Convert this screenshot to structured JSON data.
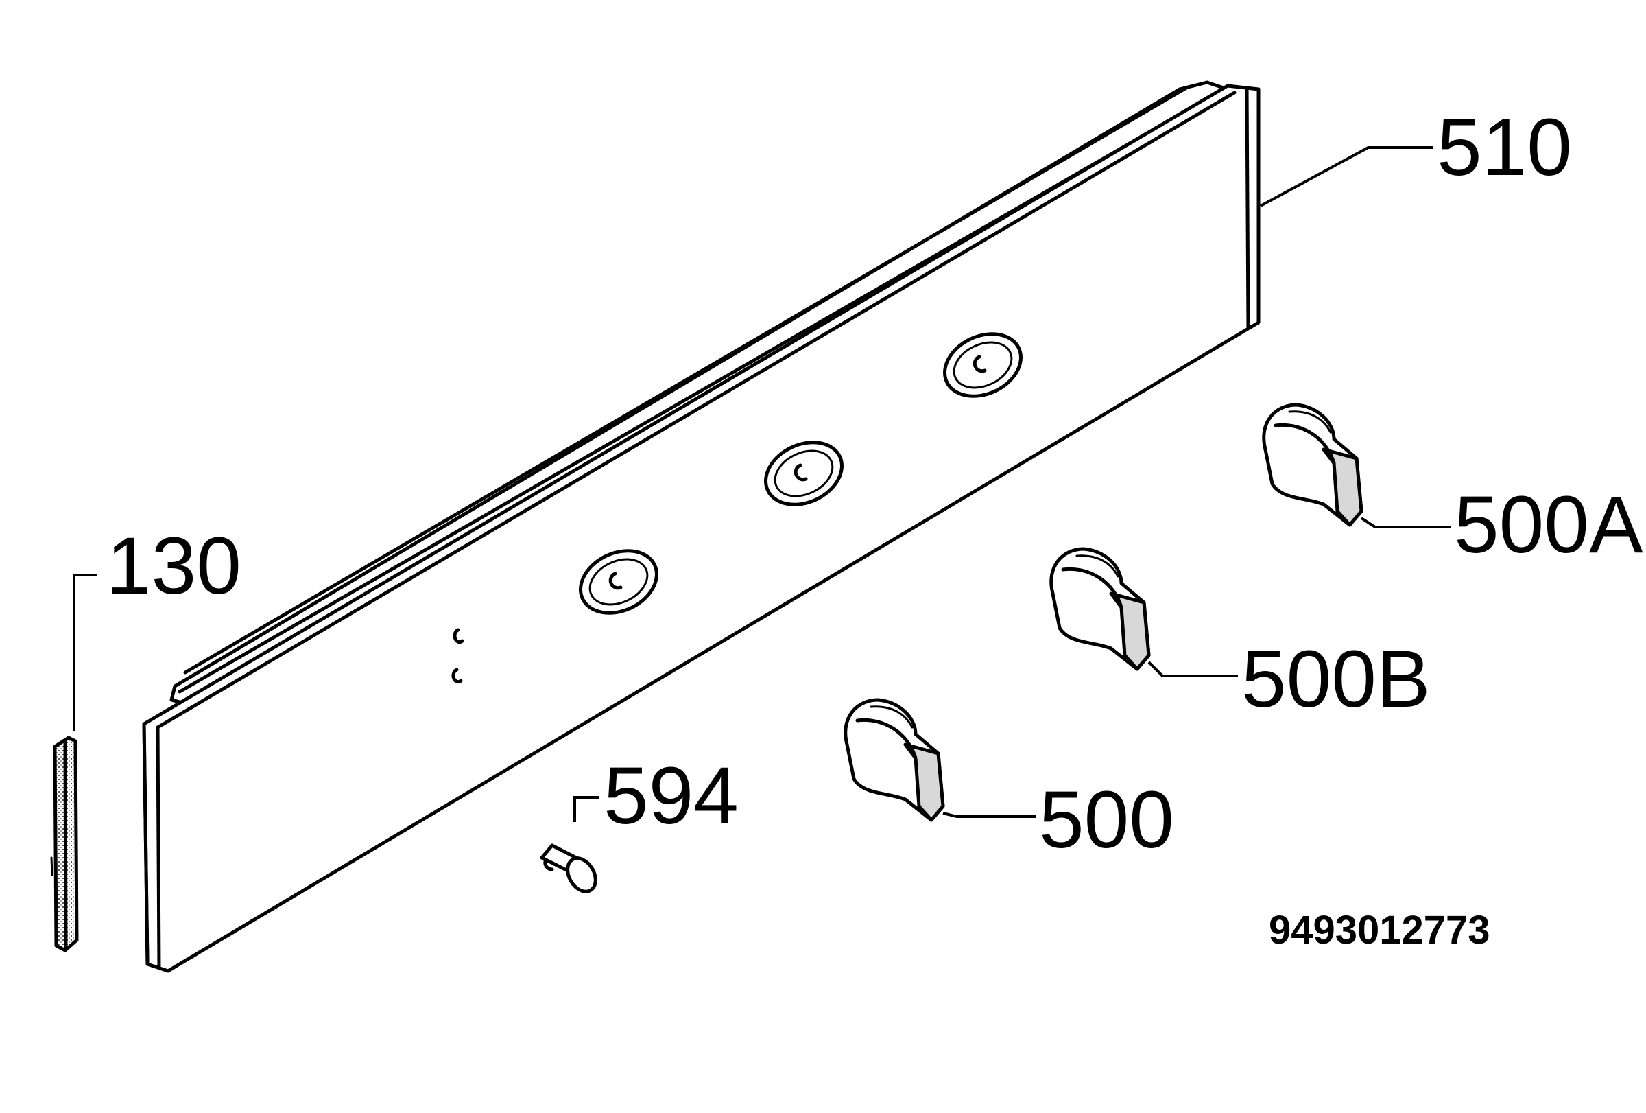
{
  "diagram": {
    "document_number": "9493012773",
    "parts": [
      {
        "id": "panel",
        "label": "510"
      },
      {
        "id": "strip",
        "label": "130"
      },
      {
        "id": "screw",
        "label": "594"
      },
      {
        "id": "knob-a",
        "label": "500A"
      },
      {
        "id": "knob-b",
        "label": "500B"
      },
      {
        "id": "knob",
        "label": "500"
      }
    ]
  }
}
